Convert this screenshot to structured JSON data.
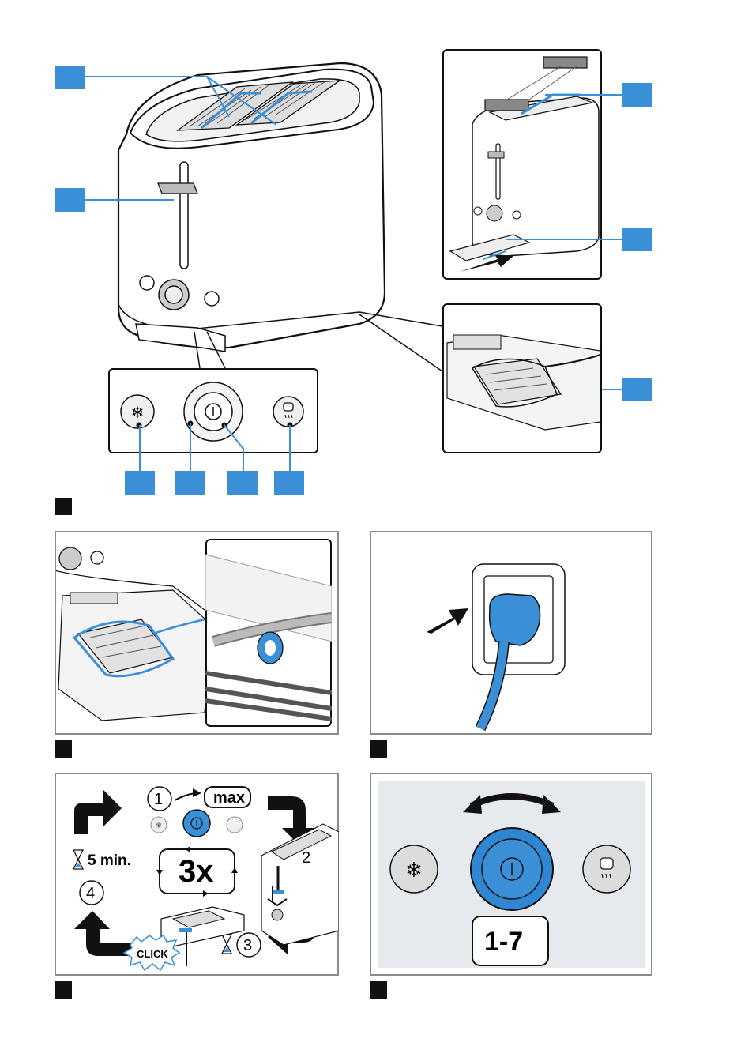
{
  "figure1": {
    "callouts": [
      "",
      "",
      "",
      "",
      "",
      "",
      "",
      "",
      ""
    ]
  },
  "figure2": {},
  "figure3": {},
  "figure4": {
    "step1": "1",
    "step2": "2",
    "step3": "3",
    "step4": "4",
    "max_label": "max",
    "repeat_label": "3x",
    "wait_label": "5 min.",
    "click_label": "CLICK"
  },
  "figure5": {
    "range_label": "1-7"
  },
  "colors": {
    "accent": "#3a8fd6",
    "badge": "#111111",
    "panel_border": "#8a8a8a"
  },
  "icons": [
    "snowflake-icon",
    "power-icon",
    "bun-warmer-icon",
    "hourglass-icon",
    "arrow-icon",
    "plug-icon"
  ]
}
